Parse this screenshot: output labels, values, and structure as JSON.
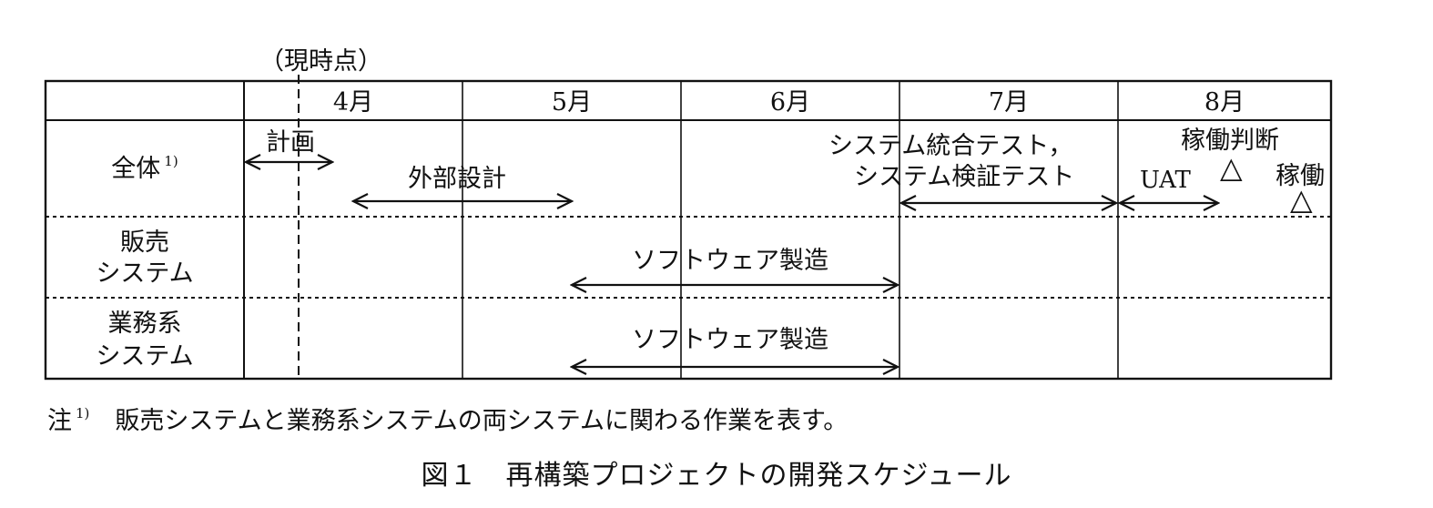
{
  "current_point_label": "（現時点）",
  "months": [
    "4月",
    "5月",
    "6月",
    "7月",
    "8月"
  ],
  "rows": [
    {
      "label": "全体",
      "note_mark": "1)"
    },
    {
      "label_lines": [
        "販売",
        "システム"
      ]
    },
    {
      "label_lines": [
        "業務系",
        "システム"
      ]
    }
  ],
  "tasks": [
    {
      "name": "計画",
      "row": 0,
      "start": "4月初",
      "end": "4月中旬"
    },
    {
      "name": "外部設計",
      "row": 0,
      "start": "4月中旬",
      "end": "5月中旬"
    },
    {
      "name_lines": [
        "システム統合テスト，",
        "システム検証テスト"
      ],
      "row": 0,
      "start": "7月初",
      "end": "7月末"
    },
    {
      "name": "UAT",
      "row": 0,
      "start": "8月初",
      "end": "8月中旬"
    },
    {
      "name": "ソフトウェア製造",
      "row": 1,
      "start": "5月中旬",
      "end": "6月末"
    },
    {
      "name": "ソフトウェア製造",
      "row": 2,
      "start": "5月中旬",
      "end": "6月末"
    }
  ],
  "milestones": [
    {
      "name": "稼働判断",
      "marker": "△"
    },
    {
      "name": "稼働",
      "marker": "△"
    }
  ],
  "note": {
    "mark": "注",
    "superscript": "1)",
    "text": "販売システムと業務系システムの両システムに関わる作業を表す。"
  },
  "caption": "図１　再構築プロジェクトの開発スケジュール"
}
